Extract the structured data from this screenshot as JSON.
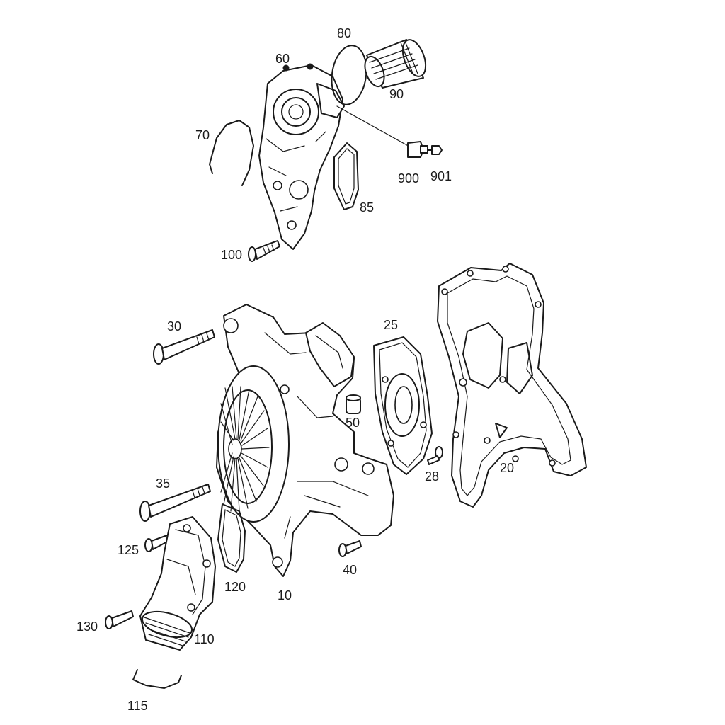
{
  "diagram": {
    "parts": [
      {
        "id": "p10",
        "number": "10"
      },
      {
        "id": "p20",
        "number": "20"
      },
      {
        "id": "p25",
        "number": "25"
      },
      {
        "id": "p28",
        "number": "28"
      },
      {
        "id": "p30",
        "number": "30"
      },
      {
        "id": "p35",
        "number": "35"
      },
      {
        "id": "p40",
        "number": "40"
      },
      {
        "id": "p50",
        "number": "50"
      },
      {
        "id": "p60",
        "number": "60"
      },
      {
        "id": "p70",
        "number": "70"
      },
      {
        "id": "p80",
        "number": "80"
      },
      {
        "id": "p85",
        "number": "85"
      },
      {
        "id": "p90",
        "number": "90"
      },
      {
        "id": "p100",
        "number": "100"
      },
      {
        "id": "p110",
        "number": "110"
      },
      {
        "id": "p115",
        "number": "115"
      },
      {
        "id": "p120",
        "number": "120"
      },
      {
        "id": "p125",
        "number": "125"
      },
      {
        "id": "p130",
        "number": "130"
      },
      {
        "id": "p900",
        "number": "900"
      },
      {
        "id": "p901",
        "number": "901"
      }
    ]
  }
}
